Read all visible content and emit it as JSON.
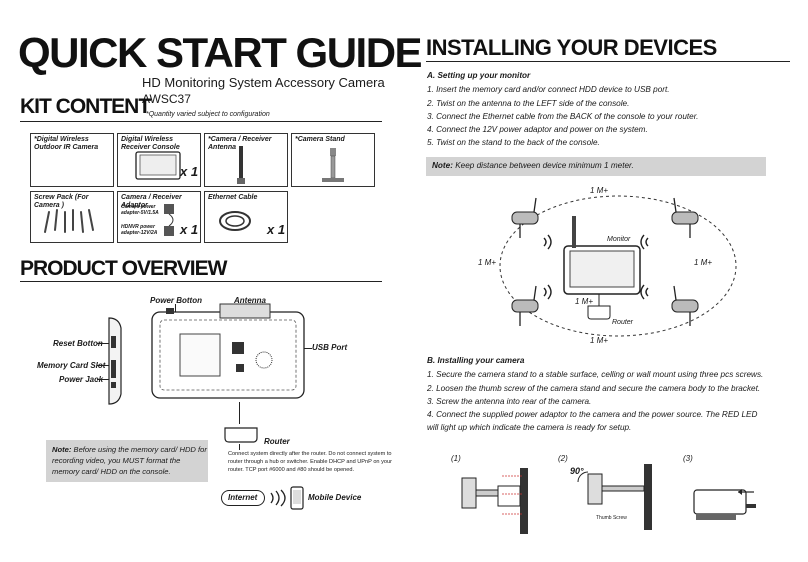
{
  "left": {
    "title": "QUICK START GUIDE",
    "subtitle_line1": "HD Monitoring System Accessory Camera",
    "subtitle_line2": "AWSC37",
    "kit_heading": "KIT CONTENT",
    "kit_note": "*Quantity varied subject to configuration",
    "kit_cells": [
      {
        "label": "*Digital Wireless Outdoor IR Camera",
        "qty": ""
      },
      {
        "label": "Digital Wireless Receiver Console",
        "qty": "x 1"
      },
      {
        "label": "*Camera / Receiver Antenna",
        "qty": ""
      },
      {
        "label": "*Camera Stand",
        "qty": ""
      },
      {
        "label": "Screw Pack (For Camera )",
        "qty": ""
      },
      {
        "label": "Camera / Receiver Adaptor",
        "qty": "x 1"
      },
      {
        "label": "Ethernet Cable",
        "qty": "x 1"
      }
    ],
    "adaptor_note1": "Camera power adapter-5V/1.5A",
    "adaptor_note2": "HDNVR power adapter-12V/2A",
    "overview_heading": "PRODUCT OVERVIEW",
    "labels": {
      "power_button": "Power Botton",
      "antenna": "Antenna",
      "reset_button": "Reset Botton",
      "memory_slot": "Memory Card Slot",
      "power_jack": "Power Jack",
      "usb_port": "USB Port",
      "router": "Router",
      "internet": "Internet",
      "mobile_device": "Mobile Device"
    },
    "router_note": "Connect system directly after the router. Do not connect system to router through a hub or switcher. Enable DHCP and UPnP on your router. TCP port #6000 and #80 should be opened.",
    "note_bold": "Note:",
    "note_text": " Before using the memory card/ HDD for recording video, you MUST format the memory card/ HDD on the console."
  },
  "right": {
    "heading": "INSTALLING YOUR DEVICES",
    "section_a": "A. Setting up your monitor",
    "steps_a": [
      "1. Insert the memory card and/or connect HDD device to USB port.",
      "2. Twist on the antenna to the LEFT side of the console.",
      "3. Connect the Ethernet cable from the BACK of the console to your router.",
      "4. Connect the 12V power adaptor and power on the system.",
      "5. Twist on the stand to the back of the console."
    ],
    "note_a_bold": "Note:",
    "note_a_text": " Keep distance between device minimum 1 meter.",
    "distance_label": "1 M+",
    "monitor_label": "Monitor",
    "router_label": "Router",
    "section_b": "B. Installing your camera",
    "steps_b": [
      "1. Secure the camera stand to a stable surface, celling or wall mount using three pcs screws.",
      "2. Loosen the thumb screw of the camera stand and secure the camera body to the bracket.",
      "3. Screw the antenna into rear of the camera.",
      "4. Connect the supplied power adaptor to the camera and the power source. The RED LED",
      "will light up which indicate the camera is ready for setup."
    ],
    "fig_labels": [
      "(1)",
      "(2)",
      "(3)"
    ],
    "angle": "90°",
    "thumb_screw": "Thumb Screw"
  }
}
